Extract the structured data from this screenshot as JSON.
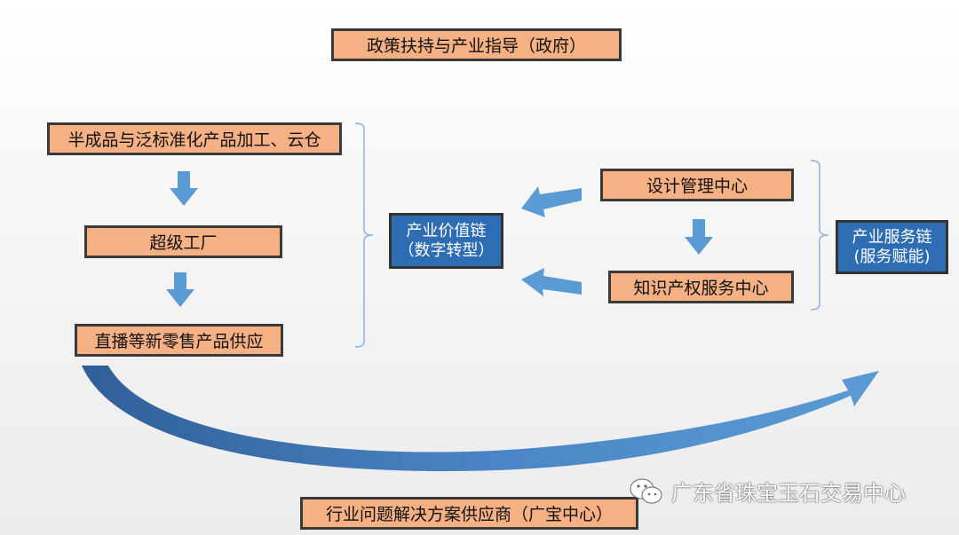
{
  "top": {
    "policy": "政策扶持与产业指导（政府）"
  },
  "left_chain": {
    "step1": "半成品与泛标准化产品加工、云仓",
    "step2": "超级工厂",
    "step3": "直播等新零售产品供应"
  },
  "value_chain": {
    "line1": "产业价值链",
    "line2": "（数字转型）"
  },
  "right_chain": {
    "step1": "设计管理中心",
    "step2": "知识产权服务中心"
  },
  "service_chain": {
    "line1": "产业服务链",
    "line2": "(服务赋能)"
  },
  "bottom": {
    "solution": "行业问题解决方案供应商（广宝中心）"
  },
  "watermark": {
    "text": "广东省珠宝玉石交易中心"
  },
  "colors": {
    "orange": "#f5b083",
    "blue": "#2e6db4",
    "arrow": "#5b9bd5"
  }
}
